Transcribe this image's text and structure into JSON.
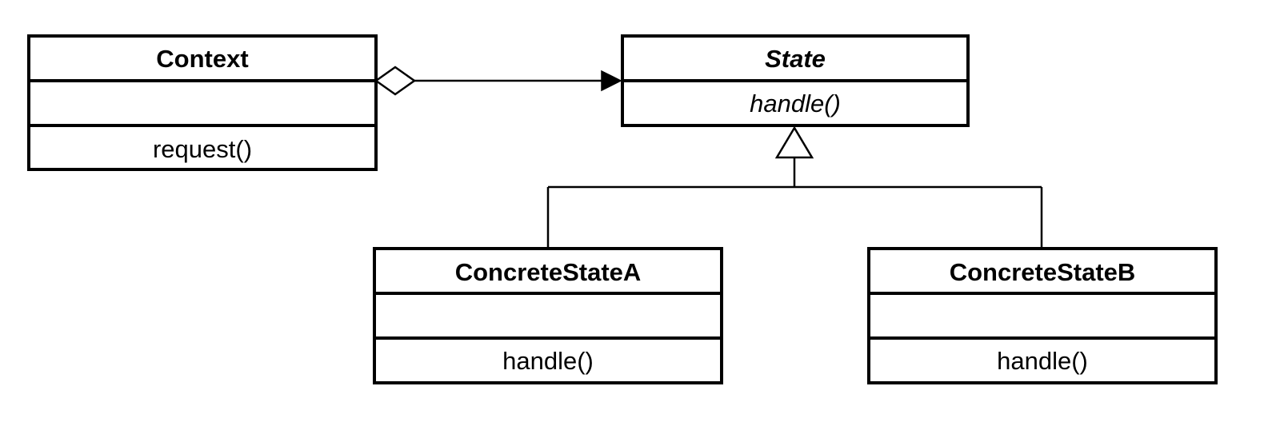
{
  "classes": {
    "context": {
      "name": "Context",
      "attributes": "",
      "operation": "request()"
    },
    "state": {
      "name": "State",
      "operation": "handle()",
      "abstract": true
    },
    "concrete_a": {
      "name": "ConcreteStateA",
      "attributes": "",
      "operation": "handle()"
    },
    "concrete_b": {
      "name": "ConcreteStateB",
      "attributes": "",
      "operation": "handle()"
    }
  },
  "relations": {
    "aggregation": {
      "from": "Context",
      "to": "State",
      "kind": "aggregation"
    },
    "generalization": {
      "parent": "State",
      "children": [
        "ConcreteStateA",
        "ConcreteStateB"
      ],
      "kind": "generalization"
    }
  },
  "colors": {
    "stroke": "#000000",
    "fill": "#ffffff",
    "text": "#000000"
  }
}
